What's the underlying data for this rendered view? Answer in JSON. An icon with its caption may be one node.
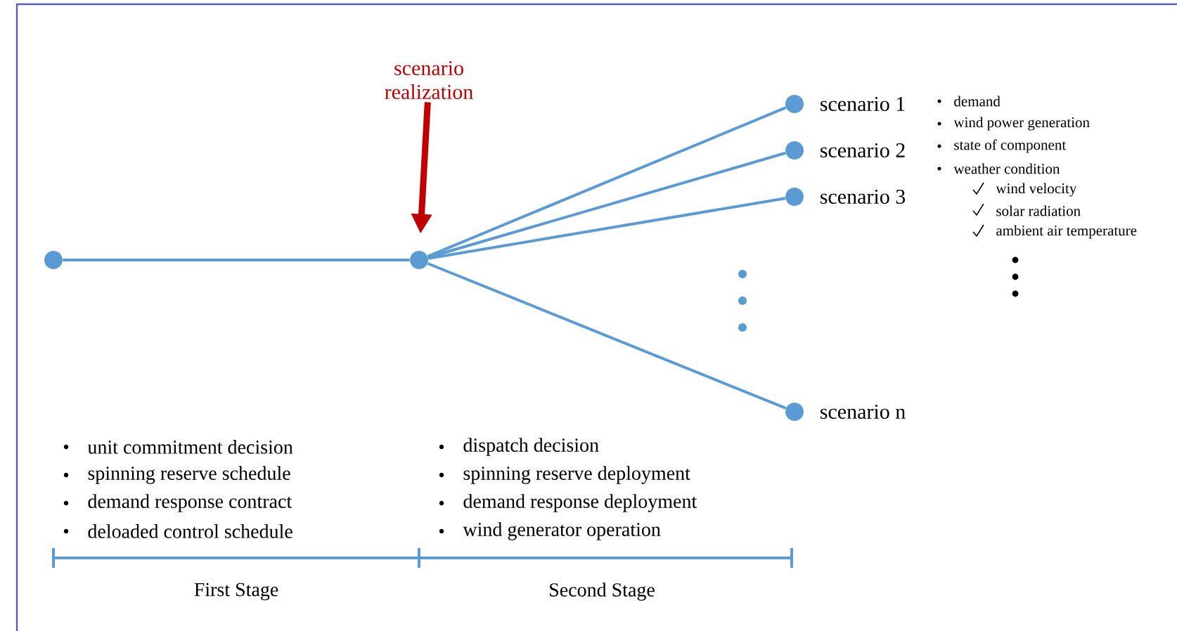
{
  "diagram": {
    "nodes": [
      {
        "text": [],
        "shape": "circle"
      },
      {
        "text": [],
        "shape": "circle"
      },
      {
        "text": [],
        "shape": "circle",
        "beside": [
          "scenario 1"
        ]
      },
      {
        "text": [],
        "shape": "circle",
        "beside": [
          "scenario 2"
        ]
      },
      {
        "text": [],
        "shape": "circle",
        "beside": [
          "scenario 3"
        ]
      },
      {
        "text": [],
        "shape": "circle",
        "beside": [
          "scenario n"
        ]
      },
      {
        "text": [
          "scenario realization"
        ]
      }
    ],
    "edges": [
      {
        "from": 0,
        "to": 1,
        "arrow": "none"
      },
      {
        "from": 1,
        "to": 2,
        "arrow": "none"
      },
      {
        "from": 1,
        "to": 3,
        "arrow": "none"
      },
      {
        "from": 1,
        "to": 4,
        "arrow": "none"
      },
      {
        "from": 1,
        "to": 5,
        "arrow": "none"
      },
      {
        "from": 6,
        "to": 1,
        "arrow": "to",
        "style": "thick",
        "color": "#c00000"
      }
    ],
    "labels": [
      "demand",
      "wind power generation",
      "state of component",
      "weather condition",
      "wind velocity",
      "solar radiation",
      "ambient air temperature",
      "unit commitment decision",
      "spinning reserve schedule",
      "demand response contract",
      "deloaded control schedule",
      "dispatch decision",
      "spinning reserve deployment",
      "demand response deployment",
      "wind generator operation",
      "First Stage",
      "Second Stage"
    ]
  }
}
